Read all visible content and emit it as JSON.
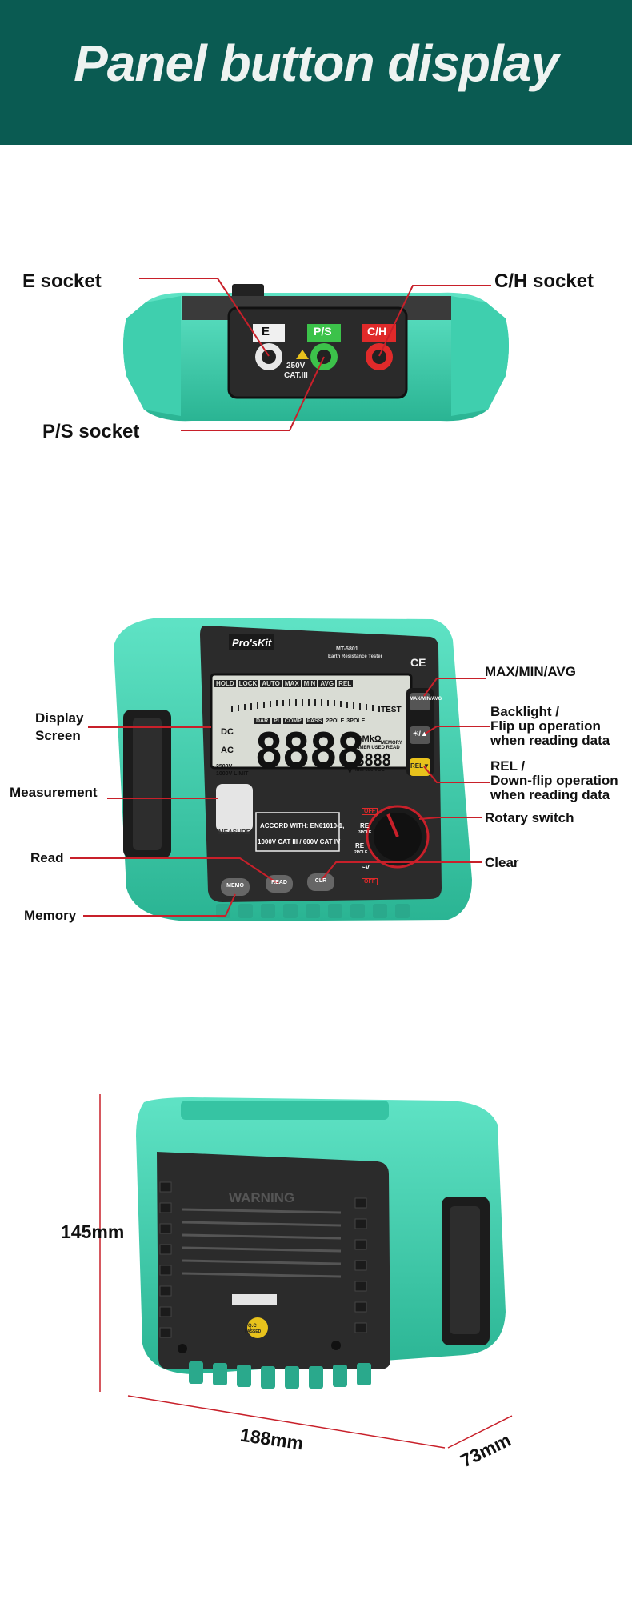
{
  "banner": {
    "title": "Panel button display"
  },
  "top_view": {
    "e_socket": "E socket",
    "ch_socket": "C/H socket",
    "ps_socket": "P/S socket",
    "sock_e": "E",
    "sock_ps": "P/S",
    "sock_ch": "C/H",
    "rating_1": "250V",
    "rating_2": "CAT.III"
  },
  "front_view": {
    "brand": "Pro'sKit",
    "model": "MT-5801",
    "subtitle": "Earth Resistance Tester",
    "lcd_top": [
      "HOLD",
      "LOCK",
      "AUTO",
      "MAX",
      "MIN",
      "AVG",
      "REL"
    ],
    "lcd_row2": [
      "DAR",
      "PI",
      "COMP",
      "PASS",
      "2POLE",
      "3POLE"
    ],
    "lcd_digits": "8888",
    "lcd_small_digits": "8888",
    "lcd_unit": "GMkΩ",
    "lcd_dc": "DC",
    "lcd_ac": "AC",
    "lcd_limit_1": "2500V",
    "lcd_limit_2": "1000V LIMIT",
    "lcd_test": "TEST",
    "lcd_v": "V",
    "lcd_memory": "MEMORY",
    "lcd_timer": "TIMER USED READ",
    "lcd_min_sec": "min  sec  VOC",
    "btn_maxminavg": "MAX/MIN/AVG",
    "btn_backlight": "☀/▲",
    "btn_rel": "REL▼",
    "btn_measure": "MEASURE",
    "btn_memo": "MEMO",
    "btn_read": "READ",
    "btn_clr": "CLR",
    "accord_1": "ACCORD WITH: EN61010-1,",
    "accord_2": "1000V  CAT III / 600V  CAT IV",
    "dial_off": "OFF",
    "dial_re3": "RE",
    "dial_re3b": "3POLE",
    "dial_re2": "RE",
    "dial_re2b": "2POLE",
    "dial_v": "~V",
    "label_display_1": "Display",
    "label_display_2": "Screen",
    "label_measurement": "Measurement",
    "label_read": "Read",
    "label_memory": "Memory",
    "label_maxminavg": "MAX/MIN/AVG",
    "label_backlight_1": "Backlight /",
    "label_backlight_2": "Flip up operation",
    "label_backlight_3": "when reading data",
    "label_rel_1": "REL /",
    "label_rel_2": "Down-flip operation",
    "label_rel_3": "when reading data",
    "label_rotary": "Rotary switch",
    "label_clear": "Clear"
  },
  "back_view": {
    "warning": "WARNING",
    "height": "145mm",
    "width": "188mm",
    "depth": "73mm",
    "qc_1": "Q.C",
    "qc_2": "PASSED"
  },
  "colors": {
    "banner": "#0a5b52",
    "housing": "#3fd1b0",
    "panel": "#2b2b2b",
    "leader": "#c8202a"
  }
}
